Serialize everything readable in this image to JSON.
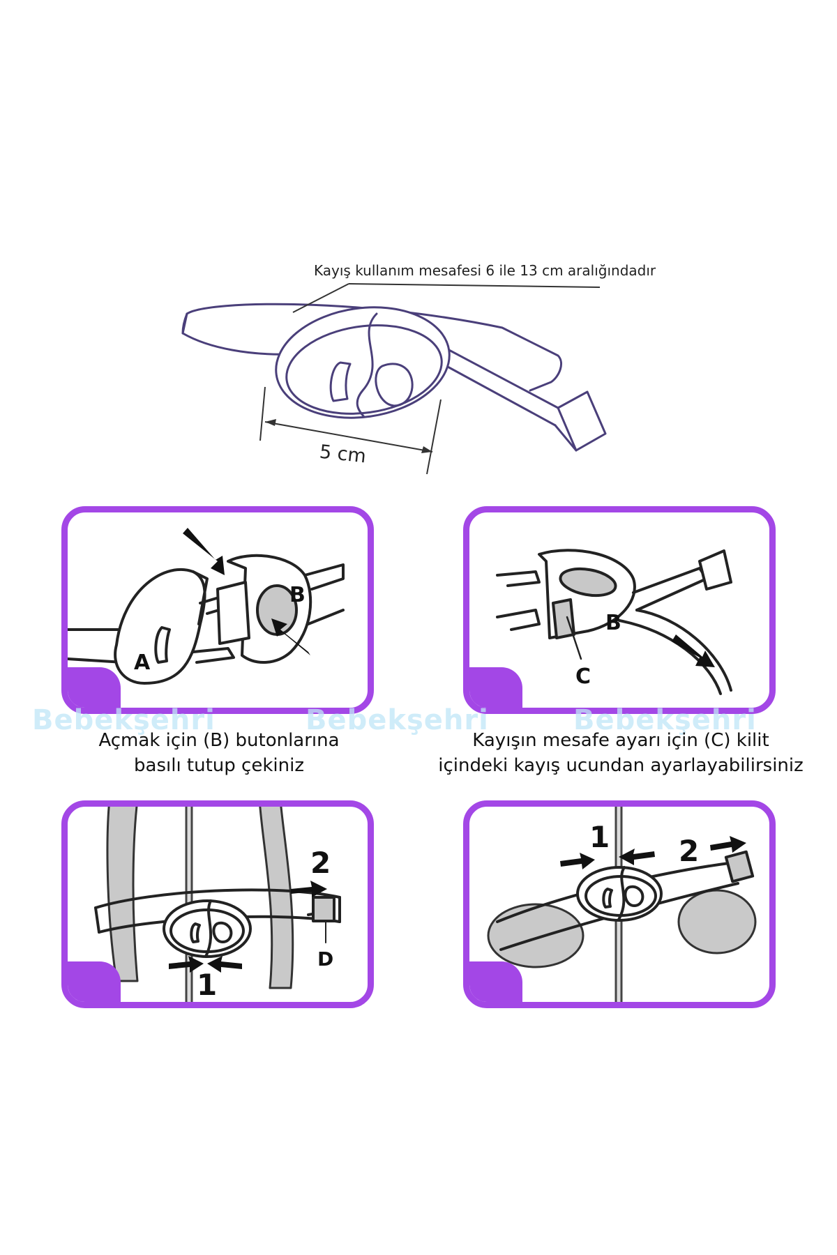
{
  "top_figure": {
    "caption": "Kayış kullanım mesafesi 6 ile 13 cm aralığındadır",
    "dimension_label": "5 cm"
  },
  "panels": [
    {
      "labels": [
        "A",
        "B"
      ],
      "caption_lines": [
        "Açmak için (B) butonlarına",
        "basılı tutup çekiniz"
      ]
    },
    {
      "labels": [
        "B",
        "C"
      ],
      "caption_lines": [
        "Kayışın mesafe ayarı için (C) kilit",
        "içindeki kayış ucundan ayarlayabilirsiniz"
      ]
    },
    {
      "labels": [
        "2",
        "1",
        "D"
      ]
    },
    {
      "labels": [
        "1",
        "2"
      ]
    }
  ],
  "watermark": "Bebekşehri",
  "colors": {
    "panel_border": "#a347e6",
    "watermark": "#bfe6f7",
    "line_art": "#4a3f7a"
  }
}
